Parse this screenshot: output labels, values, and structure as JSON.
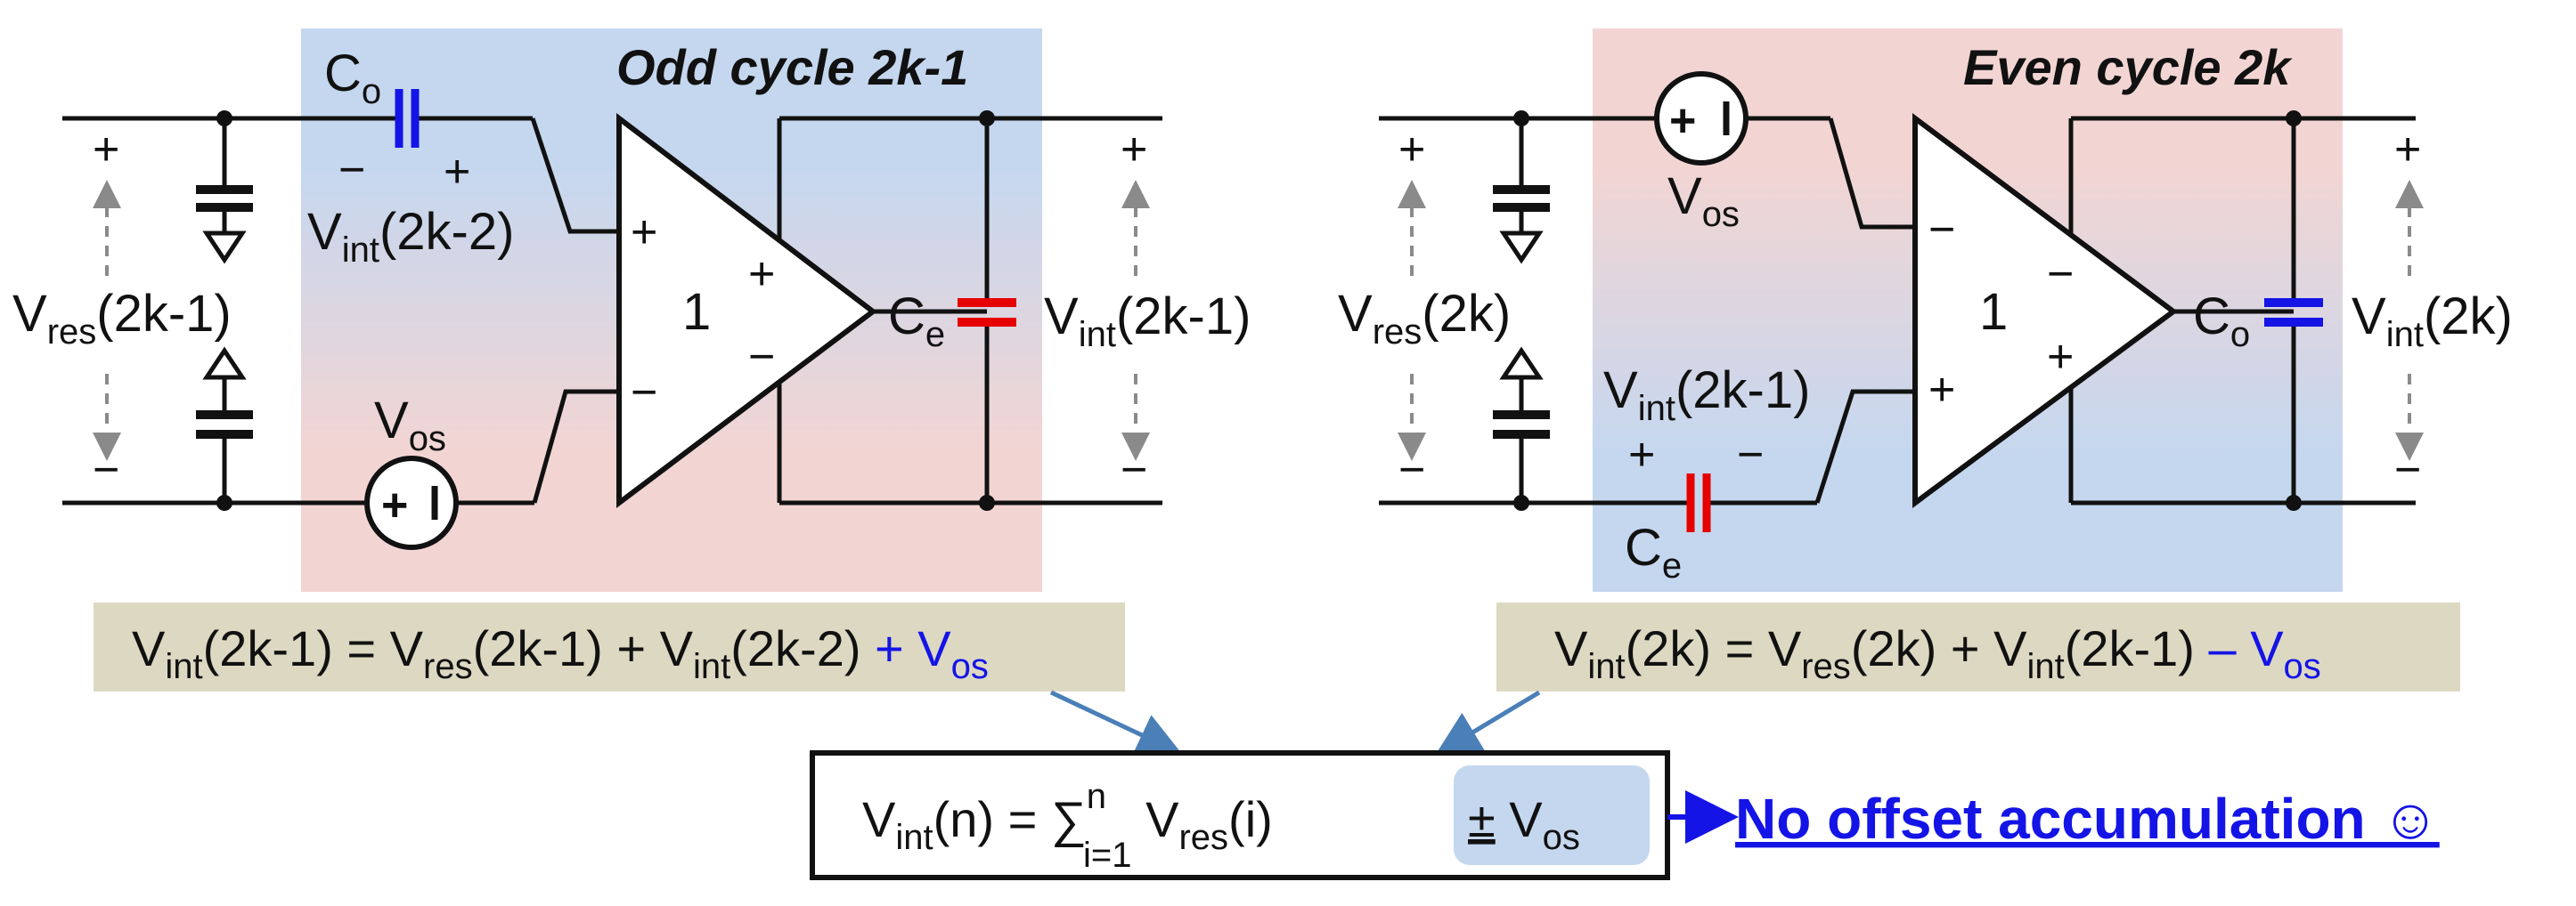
{
  "colors": {
    "blue_region": "#c5d7ef",
    "pink_region": "#f2d5d3",
    "eq_box": "#ddd8c2",
    "highlight": "#c5d7ef",
    "cap_red": "#e60000",
    "cap_blue": "#1414e6",
    "arrow": "#4a7fb8"
  },
  "odd": {
    "title": "Odd cycle 2k-1",
    "cin_label": "C",
    "cin_sub": "o",
    "cin_minus": "−",
    "cin_plus": "+",
    "vint_in_label": "V",
    "vint_in_sub": "int",
    "vint_in_arg": "(2k-2)",
    "vres_label": "V",
    "vres_sub": "res",
    "vres_arg": "(2k-1)",
    "vos_label": "V",
    "vos_sub": "os",
    "gain": "1",
    "in_plus": "+",
    "in_minus": "−",
    "out_plus": "+",
    "out_minus": "−",
    "cout_label": "C",
    "cout_sub": "e",
    "vout_label": "V",
    "vout_sub": "int",
    "vout_arg": "(2k-1)",
    "left_plus": "+",
    "left_minus": "−",
    "right_plus": "+",
    "right_minus": "−",
    "equation": {
      "t1": "V",
      "s1": "int",
      "t2": "(2k-1) = V",
      "s2": "res",
      "t3": "(2k-1) + V",
      "s3": "int",
      "t4": "(2k-2) ",
      "t5": "+ V",
      "s5": "os"
    }
  },
  "even": {
    "title": "Even cycle 2k",
    "vos_label": "V",
    "vos_sub": "os",
    "vres_label": "V",
    "vres_sub": "res",
    "vres_arg": "(2k)",
    "vint_in_label": "V",
    "vint_in_sub": "int",
    "vint_in_arg": "(2k-1)",
    "cin_plus": "+",
    "cin_minus": "−",
    "cin_label": "C",
    "cin_sub": "e",
    "gain": "1",
    "in_minus": "−",
    "in_plus": "+",
    "out_minus": "−",
    "out_plus": "+",
    "cout_label": "C",
    "cout_sub": "o",
    "vout_label": "V",
    "vout_sub": "int",
    "vout_arg": "(2k)",
    "left_plus": "+",
    "left_minus": "−",
    "right_plus": "+",
    "right_minus": "−",
    "equation": {
      "t1": "V",
      "s1": "int",
      "t2": "(2k) = V",
      "s2": "res",
      "t3": "(2k) + V",
      "s3": "int",
      "t4": "(2k-1) ",
      "t5": "– V",
      "s5": "os"
    }
  },
  "summary": {
    "t1": "V",
    "s1": "int",
    "t2": "(n) = ∑",
    "sup": "n",
    "sub": "i=1",
    "t3": " V",
    "s3": "res",
    "t4": "(i)",
    "pm": "±",
    "t5": " V",
    "s5": "os"
  },
  "conclusion": "No offset accumulation ☺"
}
